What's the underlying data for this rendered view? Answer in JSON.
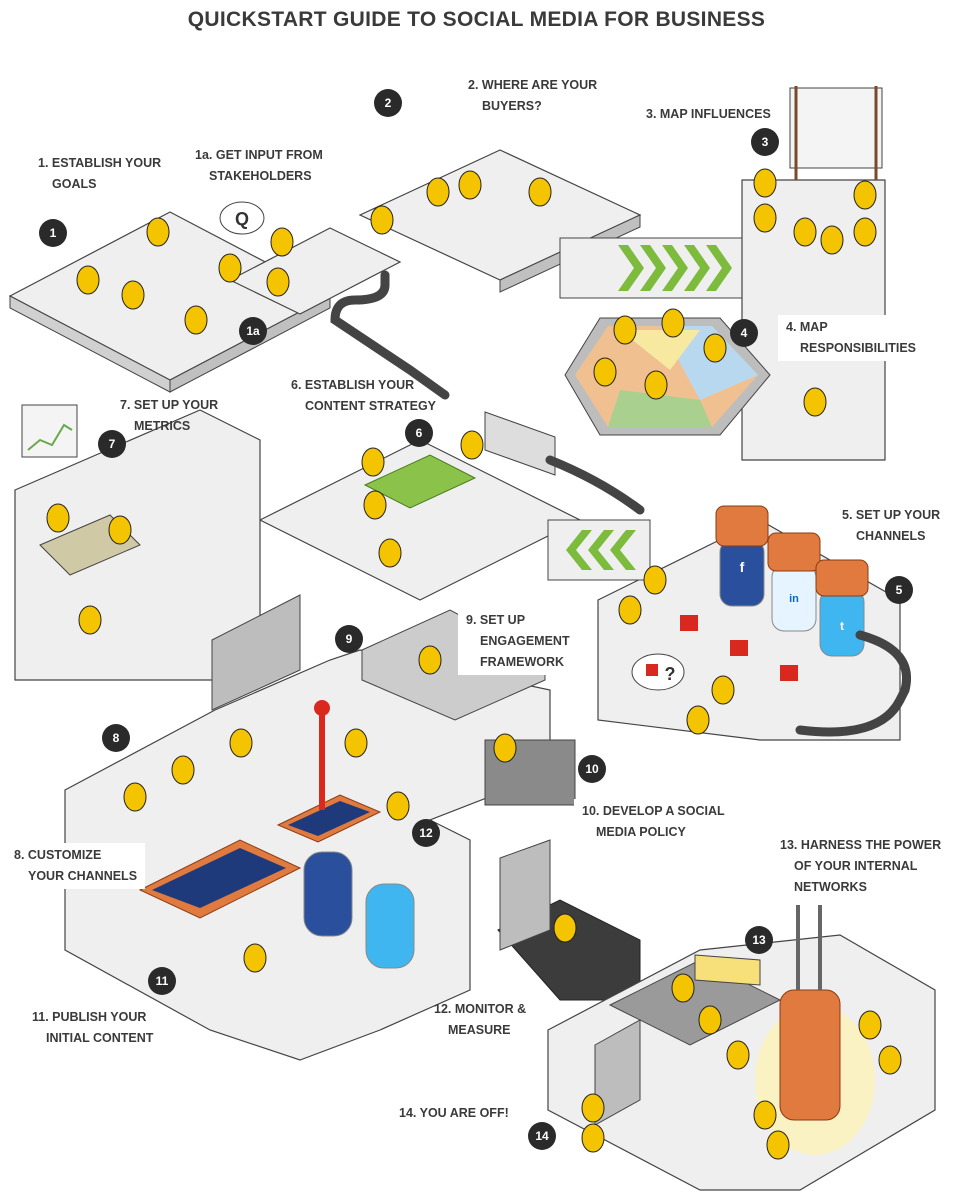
{
  "title": "QUICKSTART GUIDE TO SOCIAL MEDIA FOR BUSINESS",
  "steps": [
    {
      "badge": "1",
      "line1": "1. ESTABLISH YOUR",
      "line2": "GOALS"
    },
    {
      "badge": "1a",
      "line1": "1a. GET INPUT FROM",
      "line2": "STAKEHOLDERS"
    },
    {
      "badge": "2",
      "line1": "2. WHERE ARE YOUR",
      "line2": "BUYERS?"
    },
    {
      "badge": "3",
      "line1": "3. MAP INFLUENCES",
      "line2": ""
    },
    {
      "badge": "4",
      "line1": "4. MAP",
      "line2": "RESPONSIBILITIES"
    },
    {
      "badge": "5",
      "line1": "5. SET UP YOUR",
      "line2": "CHANNELS"
    },
    {
      "badge": "6",
      "line1": "6. ESTABLISH YOUR",
      "line2": "CONTENT STRATEGY"
    },
    {
      "badge": "7",
      "line1": "7. SET UP YOUR",
      "line2": "METRICS"
    },
    {
      "badge": "8",
      "line1": "8. CUSTOMIZE",
      "line2": "YOUR CHANNELS"
    },
    {
      "badge": "9",
      "line1": "9. SET UP",
      "line2": "ENGAGEMENT",
      "line3": "FRAMEWORK"
    },
    {
      "badge": "10",
      "line1": "10. DEVELOP A SOCIAL",
      "line2": "MEDIA POLICY"
    },
    {
      "badge": "11",
      "line1": "11. PUBLISH YOUR",
      "line2": "INITIAL CONTENT"
    },
    {
      "badge": "12",
      "line1": "12. MONITOR &",
      "line2": "MEASURE"
    },
    {
      "badge": "13",
      "line1": "13. HARNESS THE POWER",
      "line2": "OF YOUR INTERNAL",
      "line3": "NETWORKS"
    },
    {
      "badge": "14",
      "line1": "14. YOU ARE OFF!",
      "line2": ""
    }
  ],
  "bubbles": {
    "q": "Q",
    "question": "?"
  },
  "channels": {
    "facebook": "f",
    "linkedin": "in",
    "twitter": "t"
  },
  "colors": {
    "floor": "#efefef",
    "wall": "#d6d6d6",
    "outline": "#555555",
    "badge": "#2a2a2a",
    "yellow": "#f5c400",
    "orange": "#e07a3e",
    "blue": "#2a4f9c",
    "cyan": "#3fb6f0",
    "green": "#6aa84f",
    "red": "#d9281e"
  }
}
